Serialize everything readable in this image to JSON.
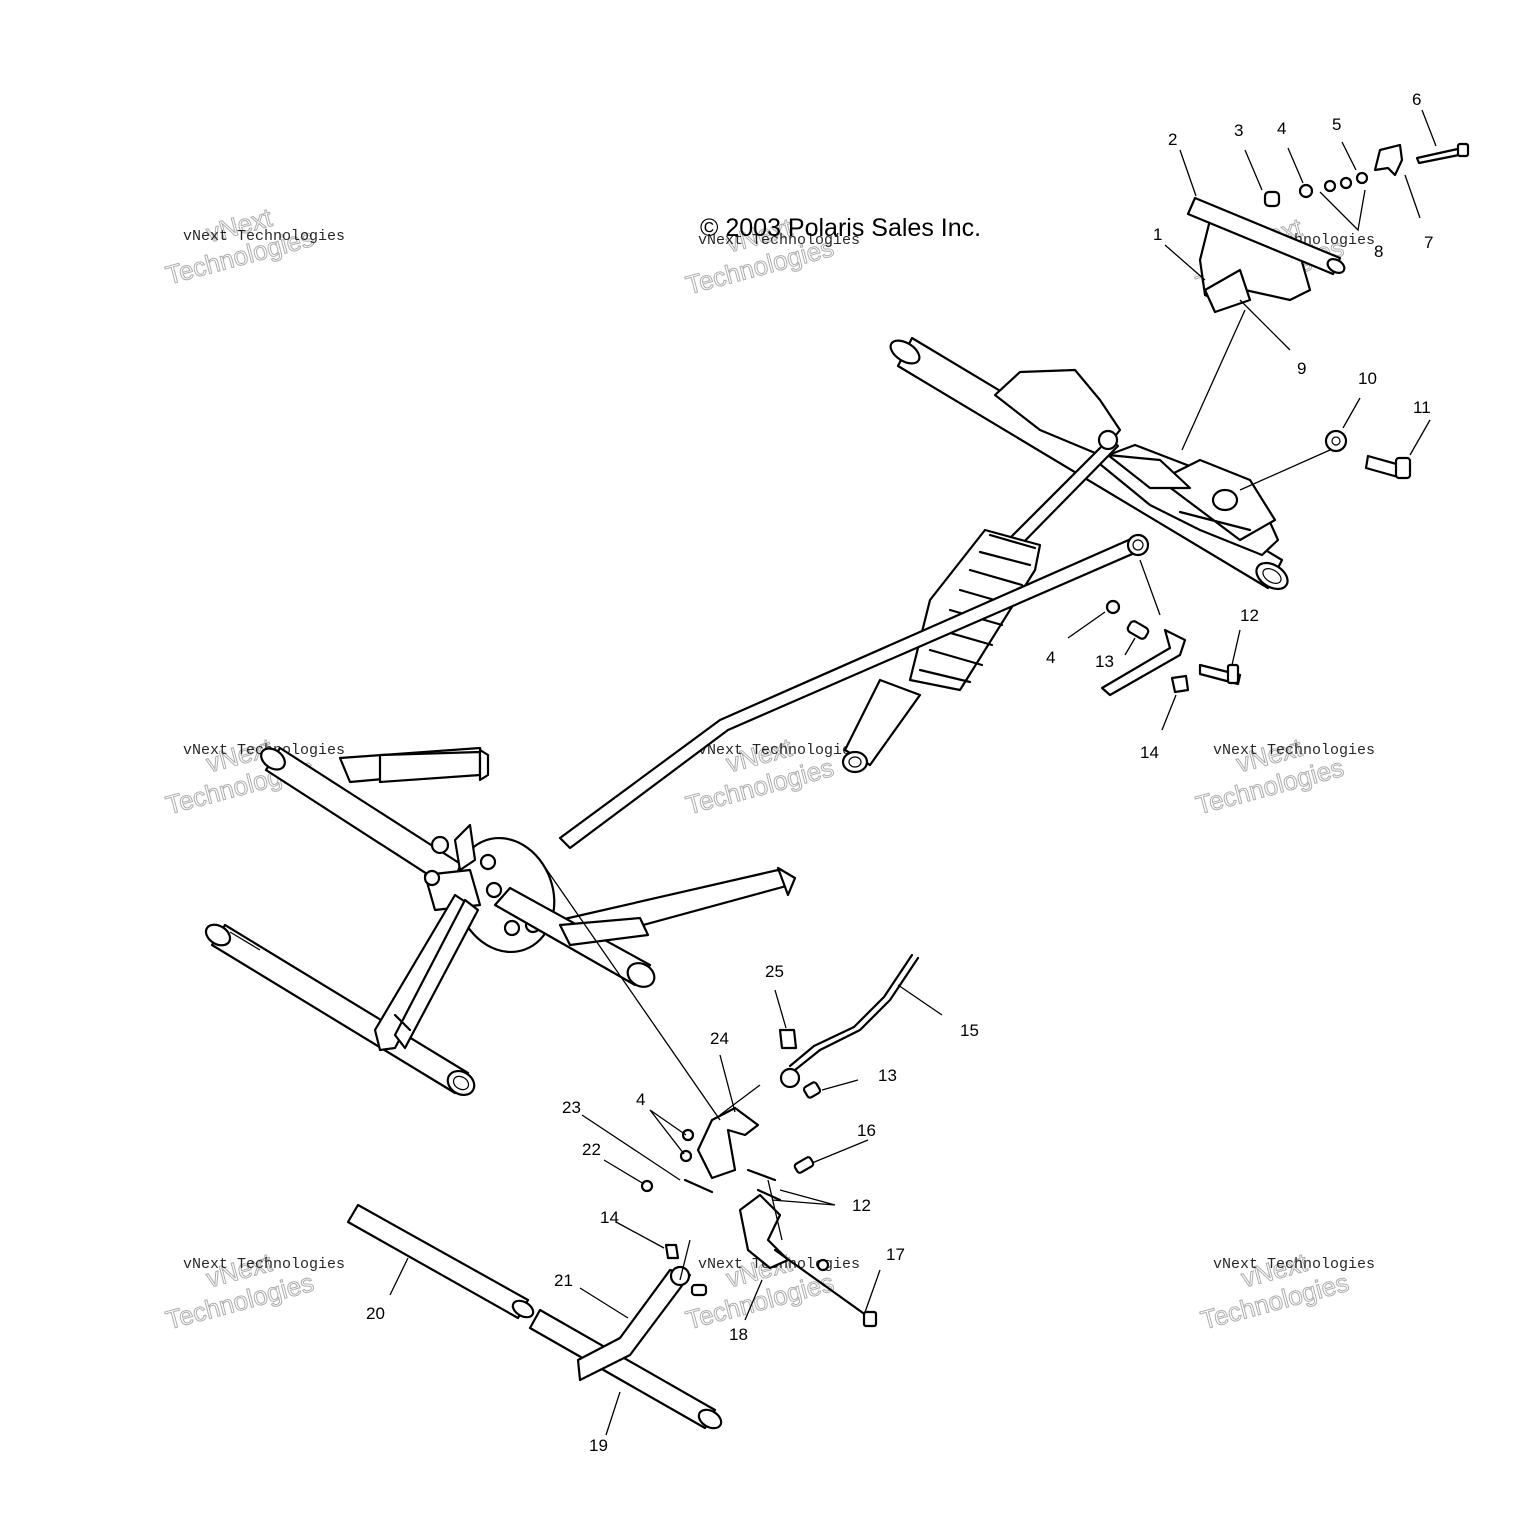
{
  "copyright": "© 2003 Polaris Sales Inc.",
  "watermark": {
    "line1": "vNext",
    "line2": "Technologies",
    "small": "vNext Technologies"
  },
  "callouts": {
    "c1": "1",
    "c2": "2",
    "c3": "3",
    "c4a": "4",
    "c5": "5",
    "c6": "6",
    "c7": "7",
    "c8": "8",
    "c9": "9",
    "c10": "10",
    "c11": "11",
    "c12a": "12",
    "c4b": "4",
    "c13a": "13",
    "c14a": "14",
    "c25": "25",
    "c15": "15",
    "c24": "24",
    "c13b": "13",
    "c23": "23",
    "c4c": "4",
    "c16": "16",
    "c22": "22",
    "c12b": "12",
    "c14b": "14",
    "c17": "17",
    "c20": "20",
    "c21": "21",
    "c18": "18",
    "c19": "19"
  }
}
